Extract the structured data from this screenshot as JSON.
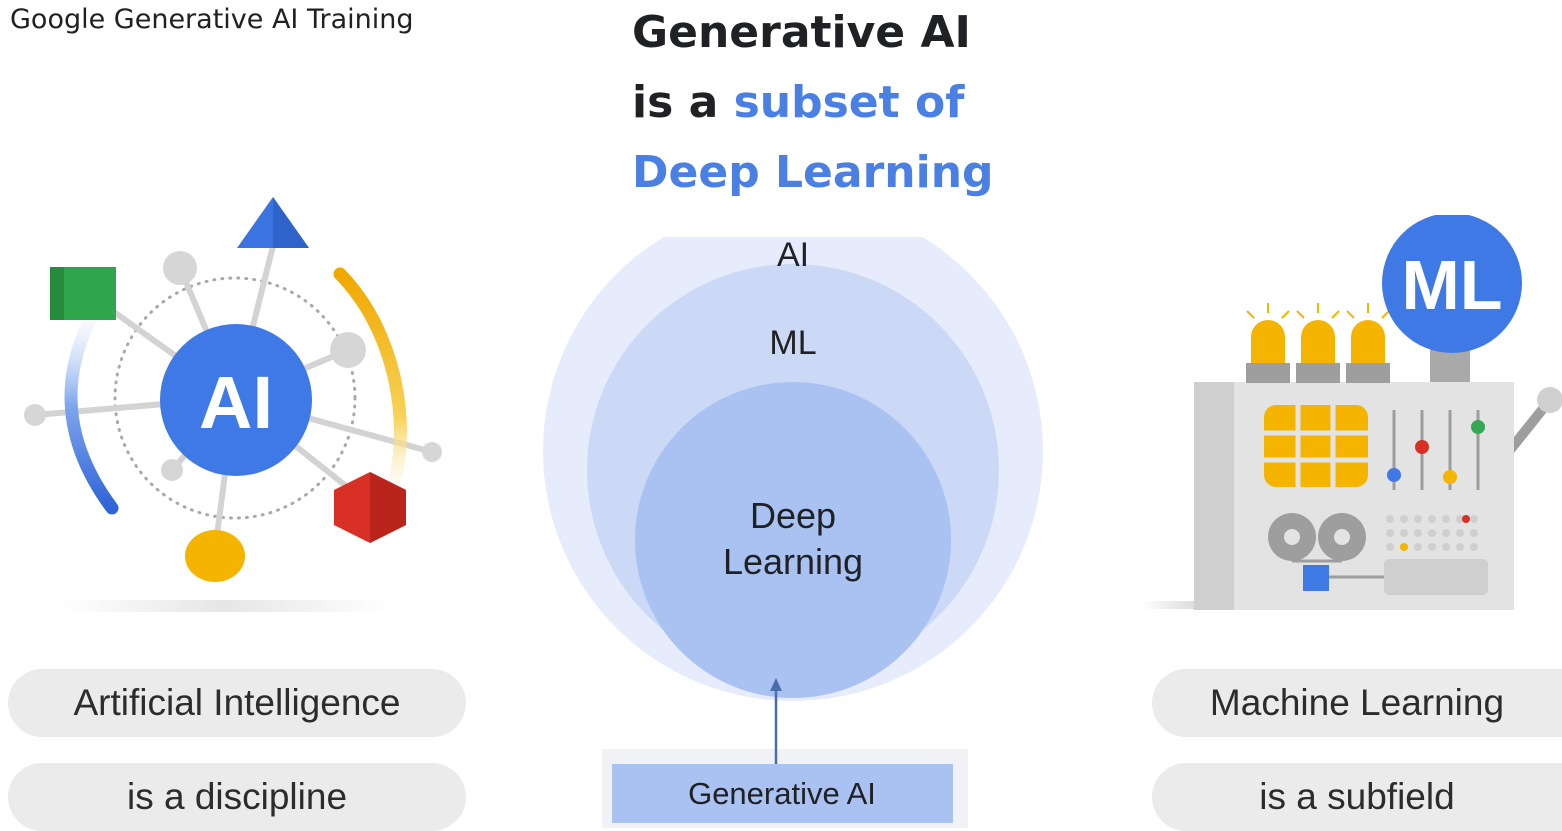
{
  "header": {
    "caption": "Google Generative AI Training"
  },
  "title": {
    "line1": "Generative AI",
    "line2_prefix": "is a ",
    "line2_accent": "subset of",
    "line3": "Deep Learning"
  },
  "left_panel": {
    "icon_text": "AI",
    "label": "Artificial Intelligence",
    "description": "is a discipline"
  },
  "right_panel": {
    "icon_text": "ML",
    "label": "Machine Learning",
    "description": "is a subfield"
  },
  "venn": {
    "outer_label": "AI",
    "middle_label": "ML",
    "inner_label_line1": "Deep",
    "inner_label_line2": "Learning",
    "pointer_label": "Generative AI"
  },
  "colors": {
    "accent_blue": "#4a7fe3",
    "google_blue": "#3f79e6",
    "google_green": "#34a853",
    "google_yellow": "#f4b400",
    "google_red": "#d93025",
    "venn_outer": "#e6ecfb",
    "venn_middle": "#cbd9f6",
    "venn_inner": "#a9c2f2",
    "pill_bg": "#ebebeb"
  }
}
